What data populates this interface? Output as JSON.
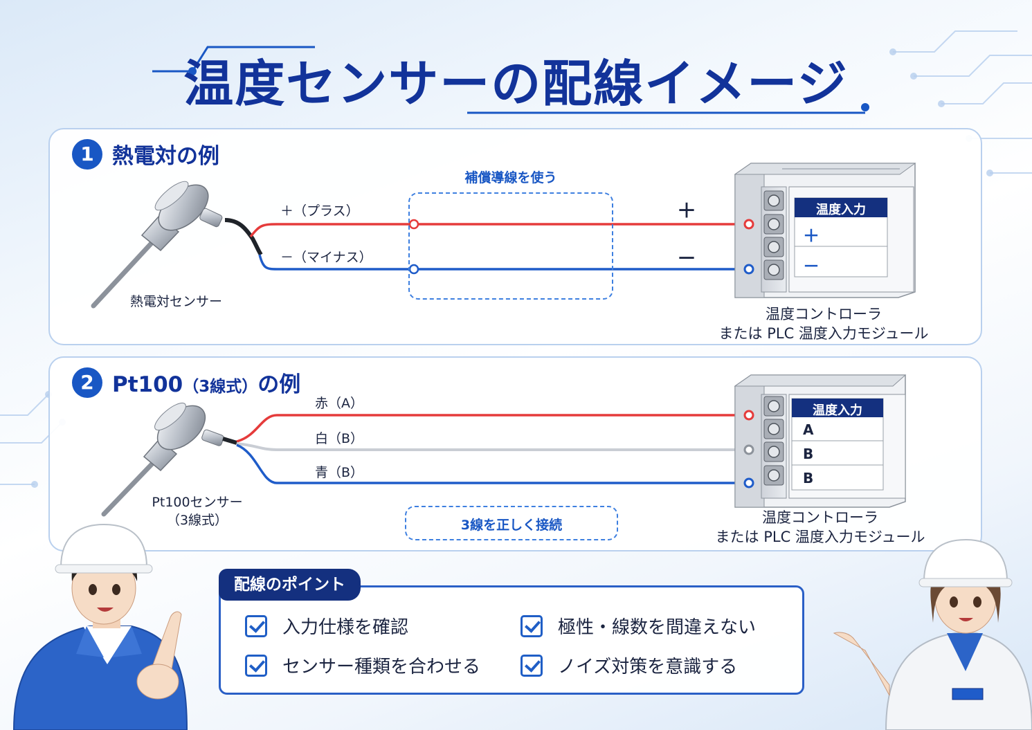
{
  "title": "温度センサーの配線イメージ",
  "colors": {
    "accent": "#1957c4",
    "title": "#12339a",
    "wire_red": "#e53b3b",
    "wire_blue": "#1f5cc9",
    "wire_white": "#c9cdd4",
    "navy": "#14307f"
  },
  "section1": {
    "number": "1",
    "title": "熱電対の例",
    "sensor_label": "熱電対センサー",
    "plus_label": "＋（プラス）",
    "minus_label": "－（マイナス）",
    "comp_wire_label": "補償導線を使う",
    "plus_sign": "＋",
    "minus_sign": "－",
    "terminal": {
      "title": "温度入力",
      "rows": [
        "＋",
        "－"
      ]
    },
    "device_caption": [
      "温度コントローラ",
      "または PLC 温度入力モジュール"
    ]
  },
  "section2": {
    "number": "2",
    "title_main": "Pt100",
    "title_paren": "（3線式）",
    "title_tail": "の例",
    "sensor_label": [
      "Pt100センサー",
      "（3線式）"
    ],
    "wires": [
      "赤（A）",
      "白（B）",
      "青（B）"
    ],
    "connect_label": "3線を正しく接続",
    "terminal": {
      "title": "温度入力",
      "rows": [
        "A",
        "B",
        "B"
      ]
    },
    "device_caption": [
      "温度コントローラ",
      "または PLC 温度入力モジュール"
    ]
  },
  "points": {
    "title": "配線のポイント",
    "items": [
      "入力仕様を確認",
      "極性・線数を間違えない",
      "センサー種類を合わせる",
      "ノイズ対策を意識する"
    ]
  },
  "icons": [
    "checkbox-checked-icon",
    "thermocouple-sensor-icon",
    "pt100-sensor-icon",
    "terminal-block-icon",
    "worker-male-icon",
    "worker-female-icon"
  ]
}
